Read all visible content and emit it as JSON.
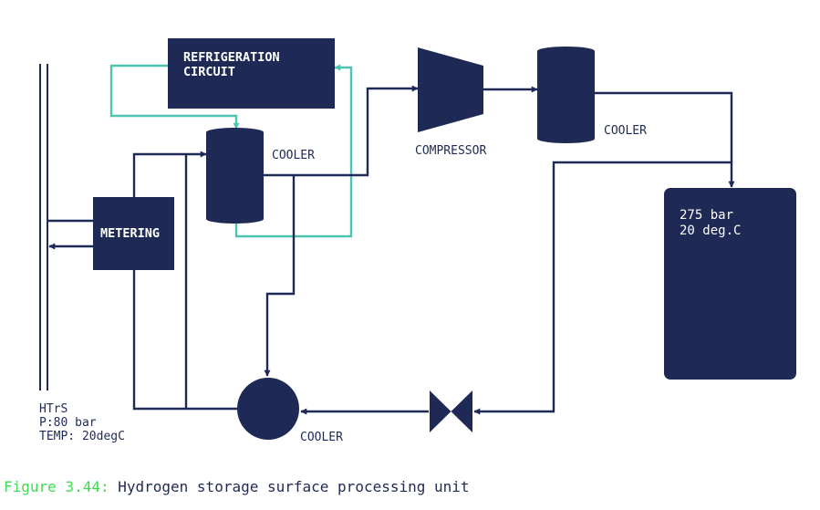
{
  "colors": {
    "navy": "#1e2a55",
    "teal": "#4ec4b0",
    "caption_green": "#3ddc4f",
    "white": "#ffffff"
  },
  "labels": {
    "refrigeration": "REFRIGERATION\nCIRCUIT",
    "metering": "METERING",
    "cooler_1": "COOLER",
    "compressor": "COMPRESSOR",
    "cooler_2": "COOLER",
    "cooler_3": "COOLER",
    "tank": "275 bar\n20 deg.C",
    "pipeline": "HTrS\nP:80 bar\nTEMP: 20degC"
  },
  "caption": {
    "number": "Figure 3.44:",
    "text": " Hydrogen storage surface processing unit"
  }
}
